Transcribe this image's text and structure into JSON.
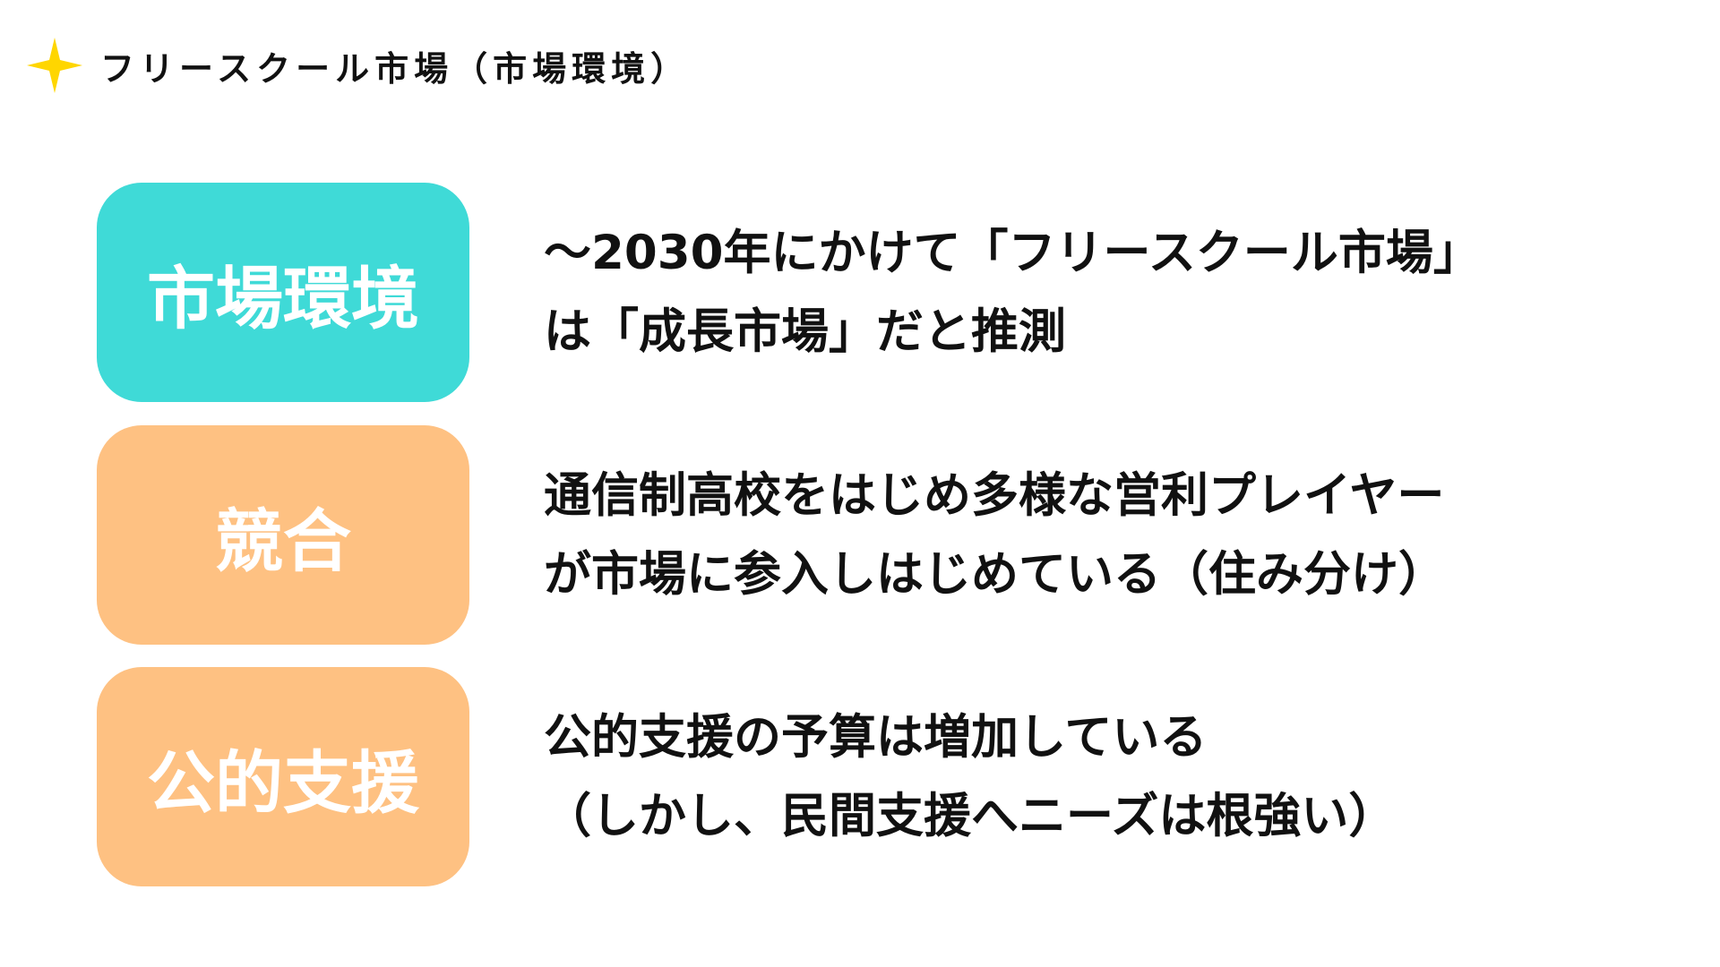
{
  "header": {
    "title": "フリースクール市場（市場環境）",
    "icon": "sparkle-star-icon",
    "icon_color": "#FFD600"
  },
  "rows": [
    {
      "label": "市場環境",
      "color": "#3FDAD7",
      "lines": [
        "〜2030年にかけて「フリースクール市場」",
        "は「成長市場」だと推測"
      ]
    },
    {
      "label": "競合",
      "color": "#FEC182",
      "lines": [
        "通信制高校をはじめ多様な営利プレイヤー",
        "が市場に参入しはじめている（住み分け）"
      ]
    },
    {
      "label": "公的支援",
      "color": "#FEC182",
      "lines": [
        "公的支援の予算は増加している",
        "（しかし、民間支援へニーズは根強い）"
      ]
    }
  ]
}
